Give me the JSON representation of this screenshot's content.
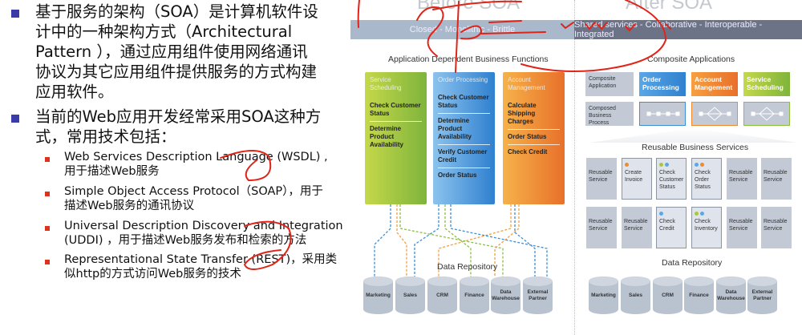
{
  "bullets": [
    {
      "lines": [
        "基于服务的架构（SOA）是计算机软件设",
        "计中的一种架构方式（Architectural",
        "Pattern ），通过应用组件使用网络通讯",
        "协议为其它应用组件提供服务的方式构建",
        "应用软件。"
      ]
    },
    {
      "lines": [
        "当前的Web应用开发经常采用SOA这种方",
        "式，常用技术包括："
      ]
    }
  ],
  "sub_bullets": [
    {
      "lines": [
        " Web Services Description Language (WSDL) ,",
        "用于描述Web服务"
      ]
    },
    {
      "lines": [
        "Simple Object Access Protocol（SOAP），用于",
        "描述Web服务的通讯协议"
      ]
    },
    {
      "lines": [
        "Universal Description Discovery and Integration",
        "(UDDI) ，用于描述Web服务发布和检索的方法"
      ]
    },
    {
      "lines": [
        "Representational State Transfer (REST)，采用类",
        "似http的方式访问Web服务的技术"
      ]
    }
  ],
  "diagram": {
    "before": {
      "title": "Before SOA",
      "banner": "Closed - Monolithic - Brittle",
      "subtitle": "Application Dependent Business Functions",
      "columns": [
        {
          "name": "Service Scheduling",
          "color": "#8cbf3f",
          "items": [
            "Check Customer Status",
            "Determine Product Availability"
          ]
        },
        {
          "name": "Order Processing",
          "color": "#3d8fd6",
          "items": [
            "Check Customer Status",
            "Determine Product Availability",
            "Verify Customer Credit",
            "Order Status"
          ]
        },
        {
          "name": "Account Management",
          "color": "#f08a2c",
          "items": [
            "Calculate Shipping Charges",
            "Order Status",
            "Check Credit"
          ]
        }
      ],
      "repository_label": "Data Repository"
    },
    "after": {
      "title": "After SOA",
      "banner": "Shared services - Collaborative - Interoperable - Integrated",
      "subtitle": "Composite Applications",
      "composite_label": "Composite Application",
      "process_label": "Composed Business Process",
      "apps": [
        {
          "name": "Order Processing",
          "color": "#3d8fd6"
        },
        {
          "name": "Account Mangement",
          "color": "#f08a2c"
        },
        {
          "name": "Service Scheduling",
          "color": "#8cbf3f"
        }
      ],
      "services_title": "Reusable Business Services",
      "services": [
        [
          "Reusable Service",
          "Create Invoice",
          "Check Customer Status",
          "Check Order Status",
          "Reusable Service",
          "Reusable Service"
        ],
        [
          "Reusable Service",
          "Reusable Service",
          "Check Credit",
          "Check Inventory",
          "Reusable Service",
          "Reusable Service"
        ]
      ],
      "repository_label": "Data Repository"
    },
    "repositories": [
      "Marketing",
      "Sales",
      "CRM",
      "Finance",
      "Data Warehouse",
      "External Partner"
    ]
  }
}
